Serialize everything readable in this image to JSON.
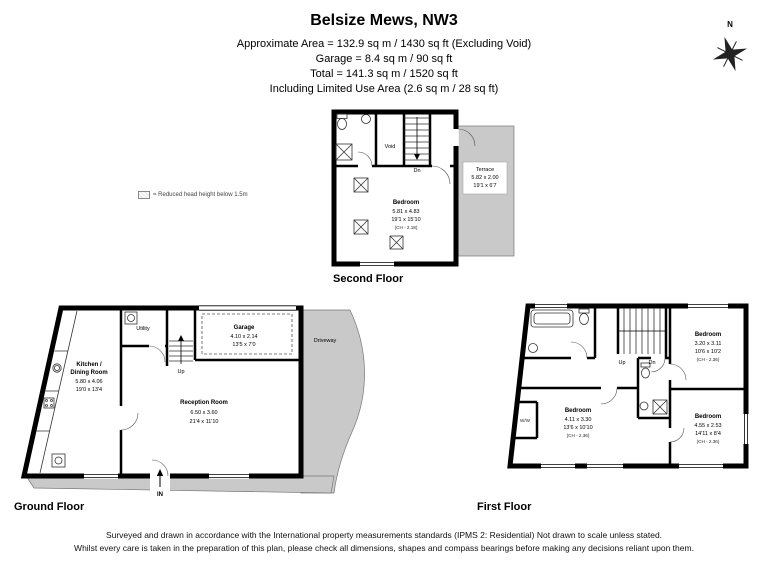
{
  "header": {
    "title": "Belsize Mews, NW3",
    "area_line": "Approximate Area = 132.9 sq m / 1430 sq ft (Excluding Void)",
    "garage_line": "Garage = 8.4 sq m / 90 sq ft",
    "total_line": "Total = 141.3 sq m / 1520 sq ft",
    "limited_line": "Including Limited Use Area (2.6 sq m / 28 sq ft)"
  },
  "compass": {
    "north": "N"
  },
  "legend": {
    "reduced_head_height": "= Reduced head height below 1.5m"
  },
  "second_floor": {
    "label": "Second Floor",
    "void": "Void",
    "dn": "Dn",
    "bedroom": {
      "name": "Bedroom",
      "m": "5.81 x 4.83",
      "ft": "19'1 x 15'10",
      "ch": "(CH - 2.18)"
    },
    "terrace": {
      "name": "Terrace",
      "m": "5.82 x 2.00",
      "ft": "19'1 x 6'7"
    }
  },
  "ground_floor": {
    "label": "Ground Floor",
    "kitchen": {
      "name1": "Kitchen /",
      "name2": "Dining Room",
      "m": "5.80 x 4.06",
      "ft": "19'0 x 13'4"
    },
    "utility": "Utility",
    "garage": {
      "name": "Garage",
      "m": "4.10 x 2.14",
      "ft": "13'5 x 7'0"
    },
    "reception": {
      "name": "Reception Room",
      "m": "6.50 x 3.60",
      "ft": "21'4 x 11'10"
    },
    "driveway": "Driveway",
    "up": "Up",
    "entrance": "IN"
  },
  "first_floor": {
    "label": "First Floor",
    "up": "Up",
    "dn": "Dn",
    "ww": "W/W",
    "bedroom_top": {
      "name": "Bedroom",
      "m": "3.20 x 3.11",
      "ft": "10'6 x 10'2",
      "ch": "(CH - 2.36)"
    },
    "bedroom_left": {
      "name": "Bedroom",
      "m": "4.11 x 3.30",
      "ft": "13'6 x 10'10",
      "ch": "(CH - 2.36)"
    },
    "bedroom_right": {
      "name": "Bedroom",
      "m": "4.55 x 2.53",
      "ft": "14'11 x 8'4",
      "ch": "(CH - 2.36)"
    }
  },
  "footer": {
    "line1": "Surveyed and drawn in accordance with the International property measurements standards (IPMS 2: Residential) Not drawn to scale unless stated.",
    "line2": "Whilst every care is taken in the preparation of this plan, please check all dimensions, shapes and compass bearings before making any decisions reliant upon them."
  }
}
